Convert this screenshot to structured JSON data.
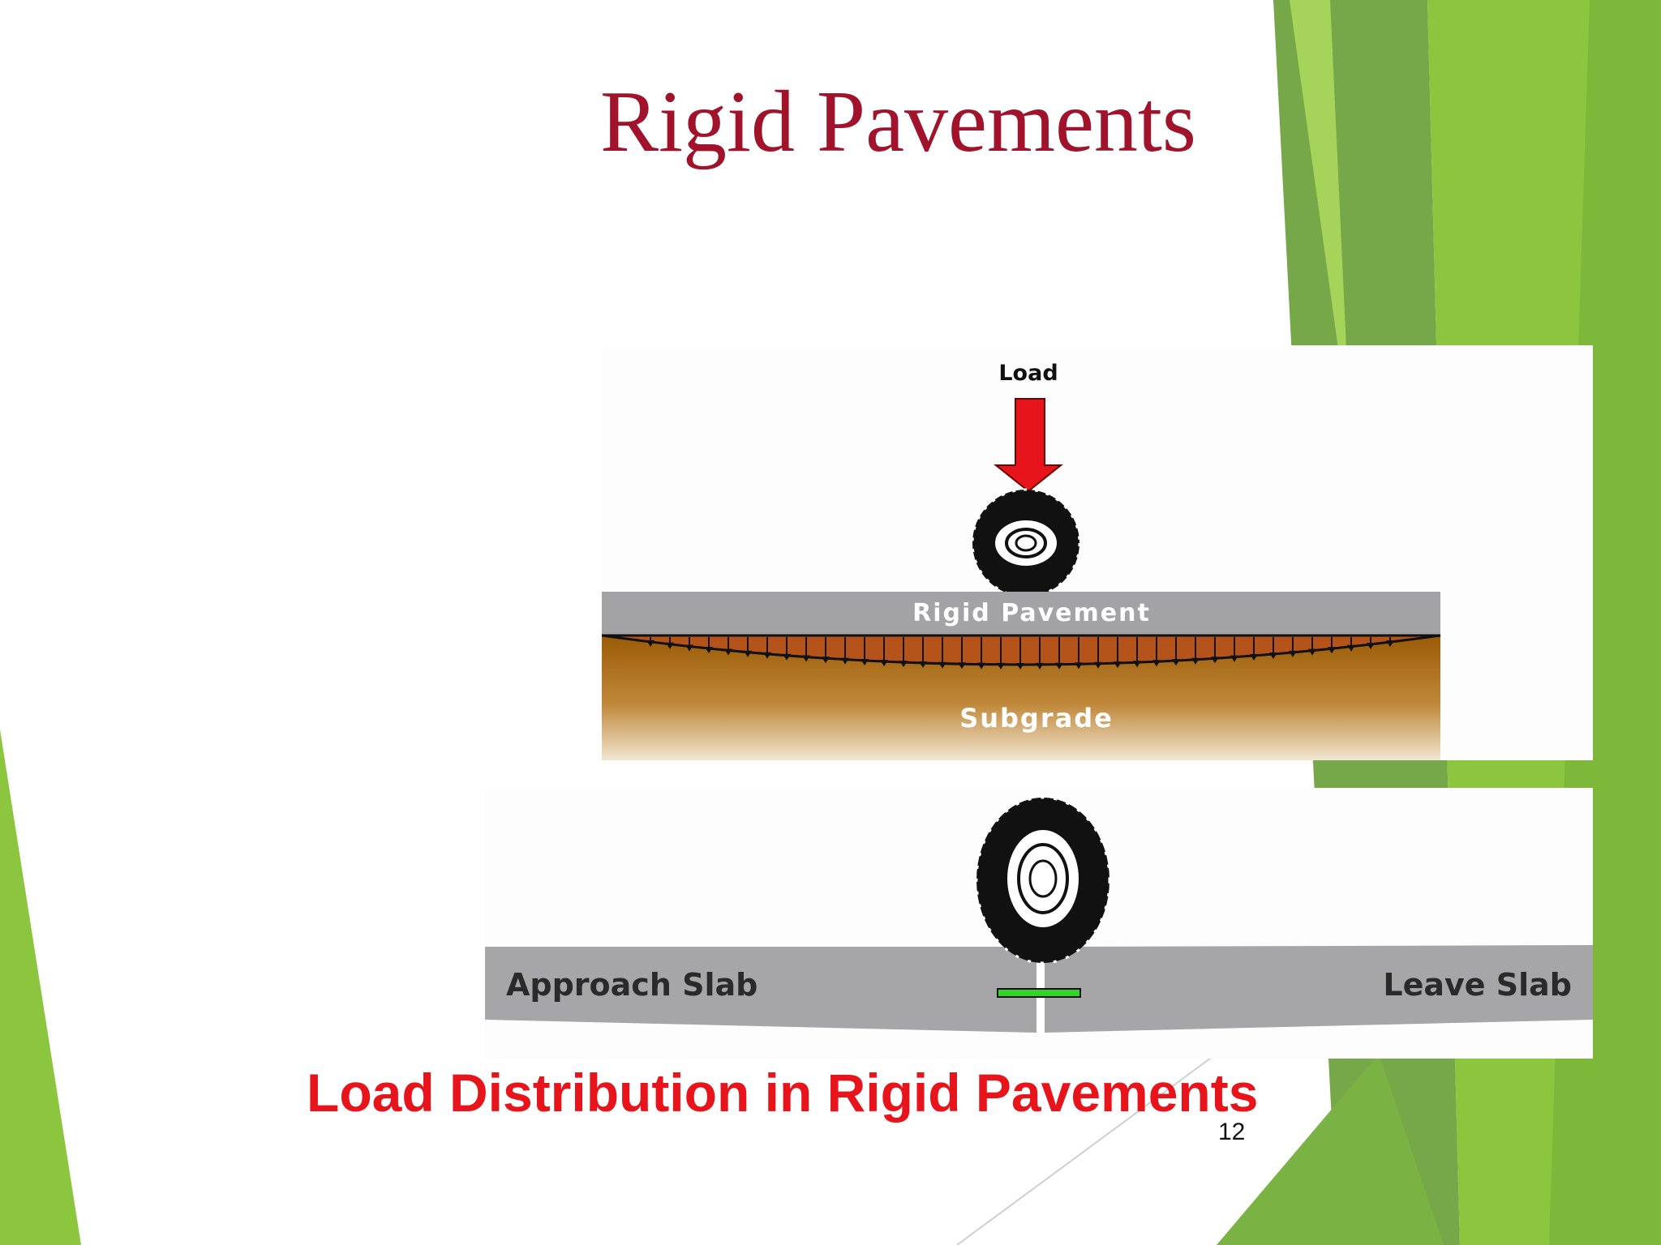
{
  "slide": {
    "title": "Rigid Pavements",
    "caption": "Load Distribution in Rigid Pavements",
    "page_number": "12"
  },
  "diagram_top": {
    "load_label": "Load",
    "pavement_label": "Rigid Pavement",
    "subgrade_label": "Subgrade",
    "colors": {
      "arrow": "#e8141c",
      "pavement": "#a3a3a5",
      "subgrade_dark": "#9a5b06",
      "stress_zone": "#b5541a"
    }
  },
  "diagram_bottom": {
    "approach_label": "Approach Slab",
    "leave_label": "Leave Slab",
    "colors": {
      "slab": "#a6a6a8",
      "joint_indicator": "#2fd626"
    }
  },
  "theme": {
    "greens": [
      "#8cc63f",
      "#76a84a",
      "#6d9a50",
      "#a6d35a"
    ]
  }
}
